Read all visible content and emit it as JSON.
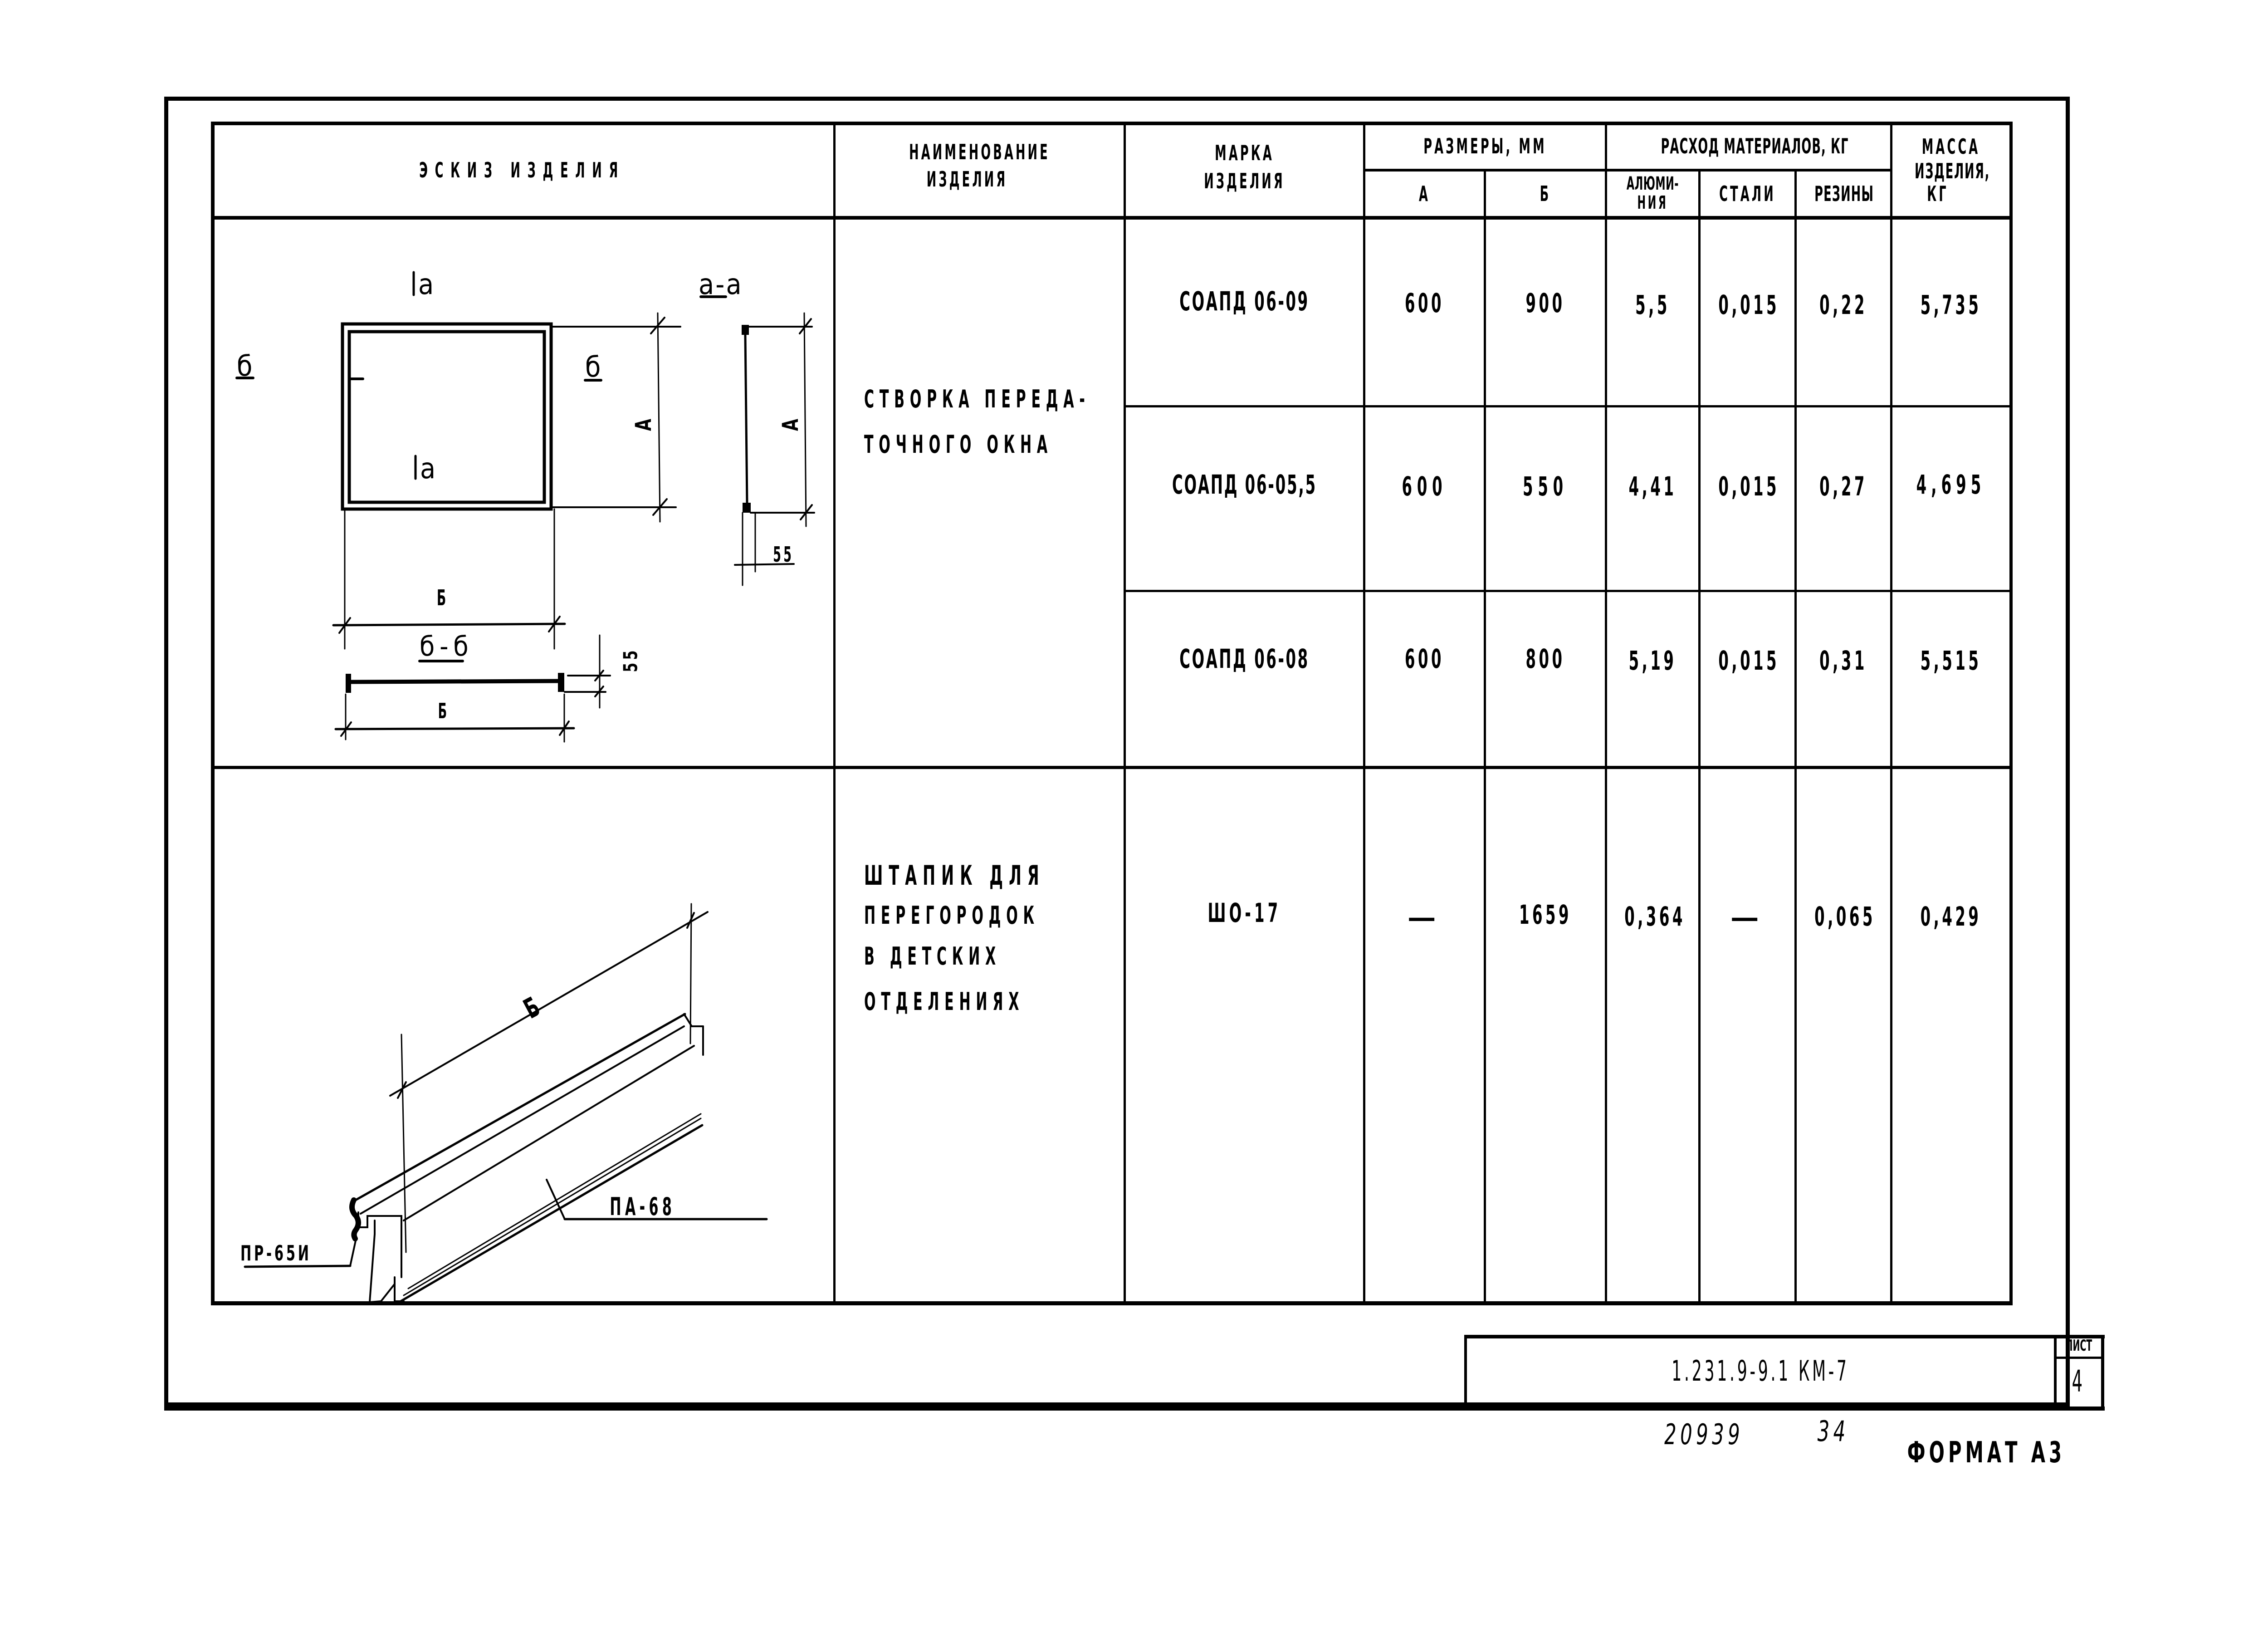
{
  "header": {
    "sketch": "Эскиз изделия",
    "name_line1": "Наименование",
    "name_line2": "изделия",
    "mark_line1": "Марка",
    "mark_line2": "изделия",
    "dimensions": "Размеры, мм",
    "dim_a": "А",
    "dim_b": "Б",
    "materials": "Расход материалов, кг",
    "aluminium_line1": "алюми-",
    "aluminium_line2": "ния",
    "steel": "стали",
    "rubber": "резины",
    "mass_line1": "Масса",
    "mass_line2": "изделия,",
    "mass_line3": "кг"
  },
  "groups": [
    {
      "name_lines": [
        "Створка переда-",
        "точного окна"
      ],
      "rows": [
        {
          "mark": "СОАПД 06-09",
          "a": "600",
          "b": "900",
          "aluminium": "5,5",
          "steel": "0,015",
          "rubber": "0,22",
          "mass": "5,735"
        },
        {
          "mark": "СОАПД 06-05,5",
          "a": "600",
          "b": "550",
          "aluminium": "4,41",
          "steel": "0,015",
          "rubber": "0,27",
          "mass": "4,695"
        },
        {
          "mark": "СОАПД 06-08",
          "a": "600",
          "b": "800",
          "aluminium": "5,19",
          "steel": "0,015",
          "rubber": "0,31",
          "mass": "5,515"
        }
      ]
    },
    {
      "name_lines": [
        "Штапик для",
        "перегородок",
        "в детских",
        "отделениях"
      ],
      "rows": [
        {
          "mark": "ШО-17",
          "a": "—",
          "b": "1659",
          "aluminium": "0,364",
          "steel": "—",
          "rubber": "0,065",
          "mass": "0,429"
        }
      ]
    }
  ],
  "sketch1": {
    "section_a_mark": "а",
    "section_a_title": "а-а",
    "section_b_mark": "б",
    "section_b_title": "б-б",
    "dim_a": "А",
    "dim_b": "Б",
    "dim_55": "55"
  },
  "sketch2": {
    "dim_b": "Б",
    "label_pa": "ПА-68",
    "label_pr": "ПР-65и"
  },
  "title_block": {
    "code": "1.231.9-9.1 КМ-7",
    "sheet_label": "Лист",
    "sheet_number": "4"
  },
  "footer": {
    "inventory_number": "20939",
    "page_number": "34",
    "format": "Формат А3"
  }
}
